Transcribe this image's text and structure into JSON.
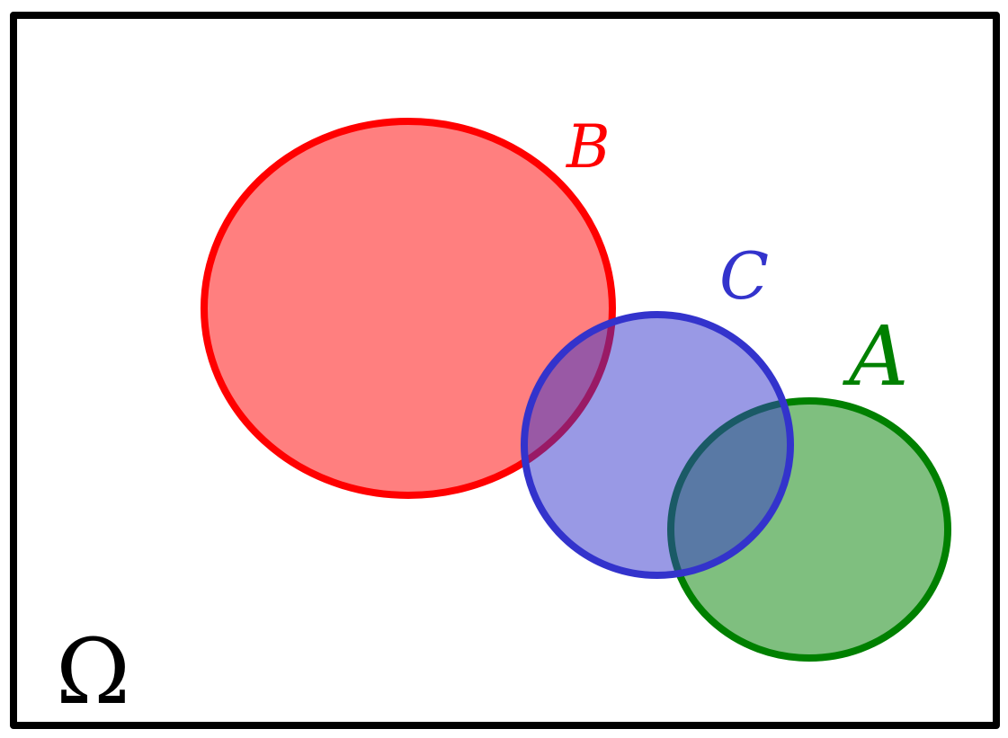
{
  "universe": {
    "label": "Ω",
    "color": "#000000"
  },
  "sets": {
    "a": {
      "label": "A",
      "color": "#008000"
    },
    "b": {
      "label": "B",
      "color": "#ff0000"
    },
    "c": {
      "label": "C",
      "color": "#3333cc"
    }
  }
}
